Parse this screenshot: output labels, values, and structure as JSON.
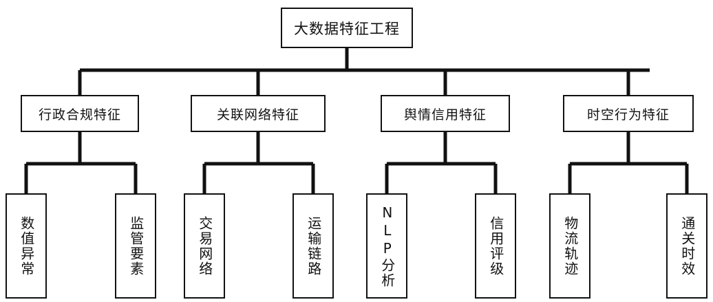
{
  "diagram": {
    "type": "tree-hierarchy",
    "orientation": "top-down",
    "title": "大数据特征工程",
    "colors": {
      "background": "#ffffff",
      "node_fill": "#ffffff",
      "node_border": "#111111",
      "connector": "#111111",
      "text": "#111111"
    },
    "root": {
      "label": "大数据特征工程"
    },
    "level2": [
      {
        "label": "行政合规特征"
      },
      {
        "label": "关联网络特征"
      },
      {
        "label": "舆情信用特征"
      },
      {
        "label": "时空行为特征"
      }
    ],
    "leaves": [
      {
        "label": "数值异常",
        "parent": "行政合规特征"
      },
      {
        "label": "监管要素",
        "parent": "行政合规特征"
      },
      {
        "label": "交易网络",
        "parent": "关联网络特征"
      },
      {
        "label": "运输链路",
        "parent": "关联网络特征"
      },
      {
        "label": "NLP分析",
        "parent": "舆情信用特征"
      },
      {
        "label": "信用评级",
        "parent": "舆情信用特征"
      },
      {
        "label": "物流轨迹",
        "parent": "时空行为特征"
      },
      {
        "label": "通关时效",
        "parent": "时空行为特征"
      }
    ]
  }
}
